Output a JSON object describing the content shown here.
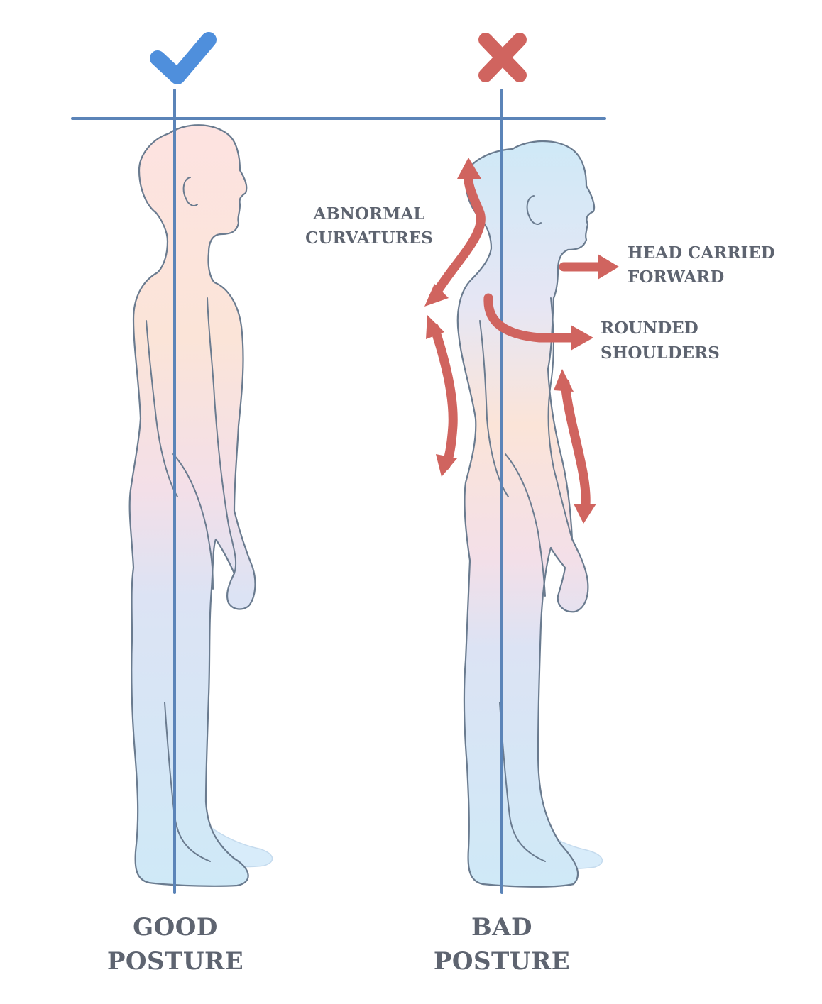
{
  "diagram": {
    "good": {
      "label_line1": "GOOD",
      "label_line2": "POSTURE",
      "marker_icon": "check-mark-icon"
    },
    "bad": {
      "label_line1": "BAD",
      "label_line2": "POSTURE",
      "marker_icon": "cross-mark-icon"
    },
    "callouts": {
      "curvatures_line1": "ABNORMAL",
      "curvatures_line2": "CURVATURES",
      "head_line1": "HEAD CARRIED",
      "head_line2": "FORWARD",
      "shoulders_line1": "ROUNDED",
      "shoulders_line2": "SHOULDERS"
    },
    "colors": {
      "check": "#4f8fdc",
      "cross": "#d0645f",
      "axis": "#5b84b8",
      "arrow": "#d0645f",
      "label": "#5e6470",
      "outline": "#6a7b8f"
    }
  }
}
